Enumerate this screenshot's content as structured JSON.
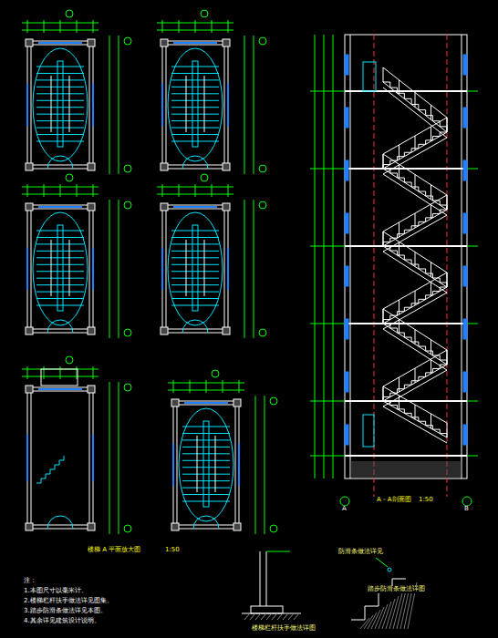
{
  "diagram": {
    "labels": [
      "A－A剖面图",
      "1:50",
      "楼梯 A 平面放大图",
      "1:50",
      "注：",
      "1.本图尺寸以毫米计。",
      "2.楼梯栏杆扶手做法详见图集。",
      "3.踏步防滑条做法详见本图。",
      "4.其余详见建筑设计说明。",
      "楼梯栏杆扶手做法详图",
      "踏步防滑条做法详图",
      "防滑条做法详见",
      "A",
      "B"
    ]
  }
}
